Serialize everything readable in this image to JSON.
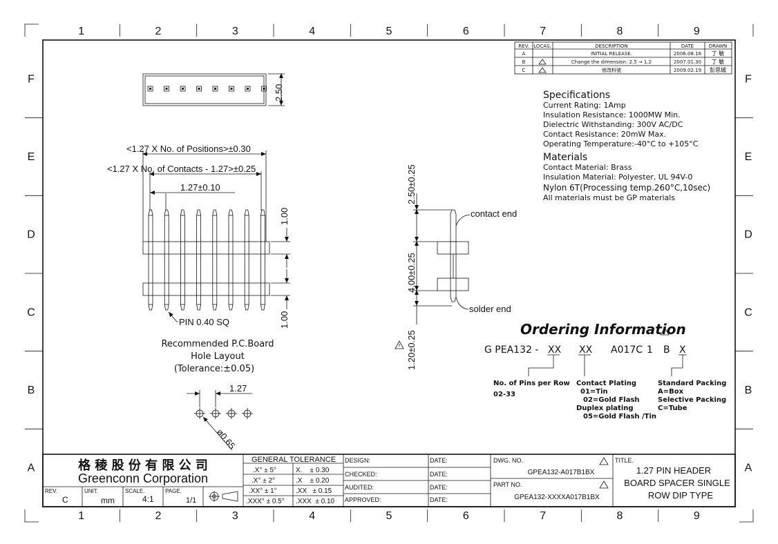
{
  "border": {
    "columns": [
      "1",
      "2",
      "3",
      "4",
      "5",
      "6",
      "7",
      "8",
      "9"
    ],
    "rows": [
      "F",
      "E",
      "D",
      "C",
      "B",
      "A"
    ]
  },
  "revision_table": {
    "headers": [
      "REV.",
      "LOCAS.",
      "DESCRIPTION",
      "DATE",
      "DRAWN"
    ],
    "rows": [
      {
        "rev": "A",
        "desc": "INITIAL RELEASE.",
        "date": "2006.08.16",
        "drawn": "丁 敏"
      },
      {
        "rev": "B",
        "desc": "Change the dimension: 2.5 → 1.2",
        "date": "2007.01.30",
        "drawn": "丁 敏"
      },
      {
        "rev": "C",
        "desc": "修改料號",
        "date": "2009.02.19",
        "drawn": "彭思城"
      }
    ]
  },
  "specifications": {
    "title": "Specifications",
    "lines": [
      "Current Rating:  1Amp",
      "Insulation Resistance:  1000MW Min.",
      "Dielectric Withstanding:  300V AC/DC",
      "Contact Resistance:  20mW Max.",
      "Operating Temperature:-40°C to +105°C"
    ]
  },
  "materials": {
    "title": "Materials",
    "lines": [
      "Contact Material: Brass",
      "Insulation Material: Polyester, UL 94V-0",
      "Nylon 6T(Processing temp.260°C,10sec)",
      "All materials must be GP materials"
    ]
  },
  "dimensions": {
    "height_top": "2.50",
    "positions": "<1.27 X No. of Positions>±0.30",
    "contacts": "<1.27 X No. of Contacts - 1.27>±0.25",
    "pitch": "1.27±0.10",
    "top_len": "1.00",
    "bottom_len": "1.00",
    "pin": "PIN 0.40 SQ",
    "side_top": "2.50±0.25",
    "side_mid": "4.00±0.25",
    "side_bottom": "1.20±0.25",
    "contact_end": "contact end",
    "solder_end": "solder end",
    "hole_pitch": "1.27",
    "hole_dia": "ø0.65"
  },
  "hole_layout": {
    "line1": "Recommended P.C.Board",
    "line2": "Hole Layout",
    "line3": "(Tolerance:±0.05)"
  },
  "ordering": {
    "title": "Ordering Information",
    "code": [
      "G PEA132 -",
      "XX",
      "XX",
      "A017C",
      "1",
      "B",
      "X"
    ],
    "pins_label": "No. of Pins per Row",
    "pins_range": "02-33",
    "plating_title": "Contact Plating",
    "plating_1": "01=Tin",
    "plating_2": "02=Gold Flash",
    "duplex_title": "Duplex plating",
    "duplex_1": "05=Gold Flash /Tin",
    "packing_title": "Standard Packing",
    "packing_1": "A=Box",
    "packing_2": "Selective Packing",
    "packing_3": "C=Tube"
  },
  "title_block": {
    "company_cn": "格 稜 股 份 有 限 公 司",
    "company_en": "Greenconn Corporation",
    "rev_label": "REV.",
    "rev_value": "C",
    "unit_label": "UNIT.",
    "unit_value": "mm",
    "scale_label": "SCALE.",
    "scale_value": "4:1",
    "page_label": "PAGE.",
    "page_value": "1/1",
    "tol_title": "GENERAL TOLERANCE",
    "tol_angles": [
      ".X° ± 5°",
      ".X° ± 2°",
      ".XX° ± 1°",
      ".XXX° ± 0.5°"
    ],
    "tol_lin": [
      "X.    ± 0.30",
      ".X    ± 0.20",
      ".XX   ± 0.15",
      ".XXX  ± 0.10"
    ],
    "sign": [
      "DESIGN:",
      "CHECKED:",
      "AUDITED:",
      "APPROVED:"
    ],
    "date_label": "DATE:",
    "dwg_label": "DWG. NO.",
    "dwg_value": "GPEA132-A017B1BX",
    "part_label": "PART NO.",
    "part_value": "GPEA132-XXXXA017B1BX",
    "title_label": "TITLE.",
    "title_lines": [
      "1.27 PIN HEADER",
      "BOARD SPACER SINGLE",
      "ROW DIP TYPE"
    ]
  }
}
